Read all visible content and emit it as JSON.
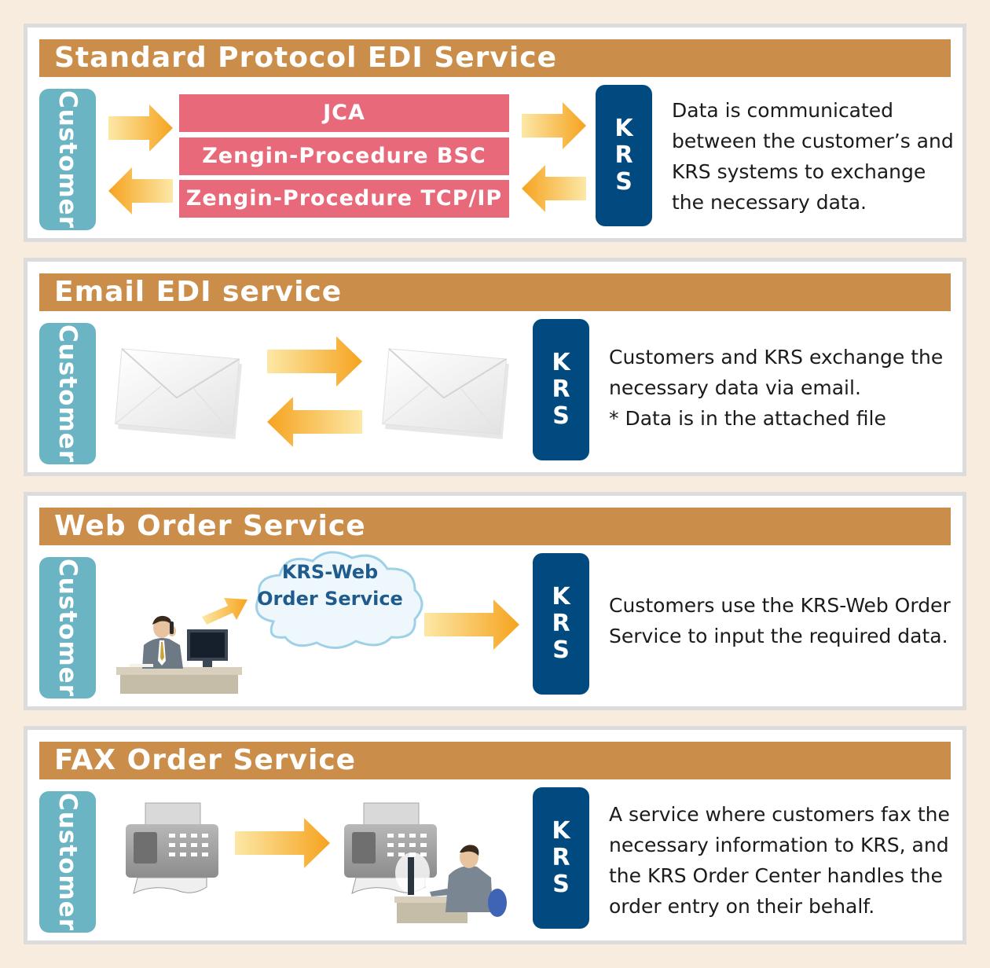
{
  "colors": {
    "header_bg": "#cb8d4a",
    "customer_bg": "#6ab4c3",
    "krs_bg": "#004a80",
    "protocol_bg": "#e86a7a",
    "arrow": "#f6a723",
    "page_bg": "#f7ecde"
  },
  "icons": {
    "arrow": "arrow-icon",
    "envelope": "envelope-icon",
    "cloud": "cloud-icon",
    "office_worker": "office-worker-icon",
    "fax_machine": "fax-machine-icon"
  },
  "sections": [
    {
      "title": "Standard Protocol EDI Service",
      "customer_label": "Customer",
      "krs_letters": [
        "K",
        "R",
        "S"
      ],
      "protocols": [
        "JCA",
        "Zengin-Procedure BSC",
        "Zengin-Procedure TCP/IP"
      ],
      "description": [
        "Data is communicated",
        "between the customer’s and",
        "KRS systems to exchange",
        "the necessary data."
      ]
    },
    {
      "title": "Email EDI service",
      "customer_label": "Customer",
      "krs_letters": [
        "K",
        "R",
        "S"
      ],
      "description": [
        "Customers and KRS exchange the",
        "necessary data via email.",
        "* Data is in the attached file"
      ]
    },
    {
      "title": "Web Order Service",
      "customer_label": "Customer",
      "krs_letters": [
        "K",
        "R",
        "S"
      ],
      "cloud_label": [
        "KRS-Web",
        "Order Service"
      ],
      "description": [
        "Customers use the KRS-Web Order",
        "Service to input the required data."
      ]
    },
    {
      "title": "FAX Order Service",
      "customer_label": "Customer",
      "krs_letters": [
        "K",
        "R",
        "S"
      ],
      "description": [
        "A service where customers fax the",
        "necessary information to KRS, and",
        "the KRS Order Center handles the",
        "order entry on their behalf."
      ]
    }
  ]
}
